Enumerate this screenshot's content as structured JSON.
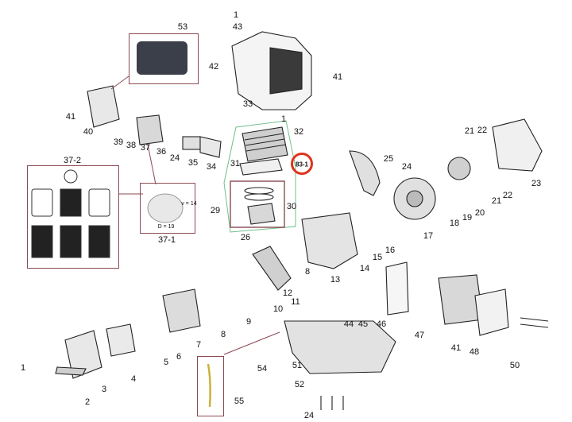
{
  "parts": {
    "p1a": "1",
    "p43": "43",
    "p42": "42",
    "p41a": "41",
    "p41b": "41",
    "p1b": "1",
    "p33": "33",
    "p32": "32",
    "p40": "40",
    "p39": "39",
    "p38": "38",
    "p37": "37",
    "p36": "36",
    "p24a": "24",
    "p35": "35",
    "p34": "34",
    "p31": "31",
    "p53": "53",
    "p372": "37-2",
    "p371": "37-1",
    "v14": "v = 14",
    "d19": "D = 19",
    "p29": "29",
    "p30": "30",
    "p26": "26",
    "p25": "25",
    "p24b": "24",
    "p22a": "22",
    "p21a": "21",
    "p23": "23",
    "p21b": "21",
    "p22b": "22",
    "p20": "20",
    "p19": "19",
    "p18": "18",
    "p17": "17",
    "p16": "16",
    "p15": "15",
    "p14": "14",
    "p13": "13",
    "p8a": "8",
    "p11": "11",
    "p10": "10",
    "p9": "9",
    "p8b": "8",
    "p7": "7",
    "p6": "6",
    "p5": "5",
    "p4": "4",
    "p3": "3",
    "p2": "2",
    "p1c": "1",
    "p12": "12",
    "p44": "44",
    "p45": "45",
    "p46": "46",
    "p47": "47",
    "p41c": "41",
    "p48": "48",
    "p50": "50",
    "p54": "54",
    "p51": "51",
    "p52": "52",
    "p24c": "24",
    "p55": "55"
  },
  "callout": {
    "label": "83-1",
    "ring_color": "#e0331d"
  },
  "colors": {
    "frame": "#8a4a52",
    "green_box": "#6fbf8a",
    "ink": "#111111"
  }
}
